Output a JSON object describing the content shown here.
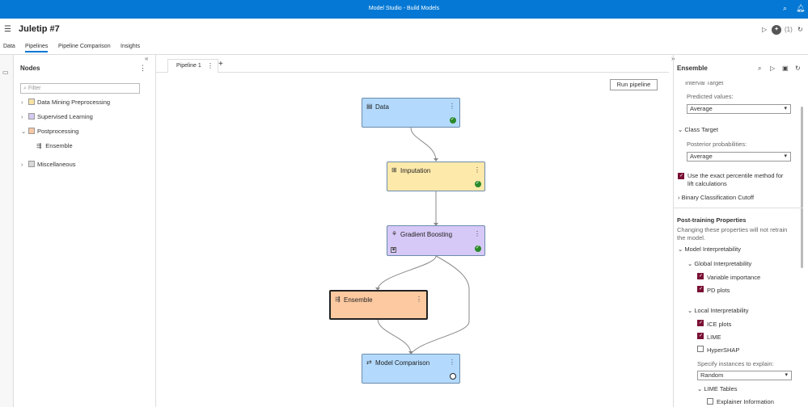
{
  "app": {
    "title": "Model Studio - Build Models"
  },
  "project": {
    "title": "Juletip #7",
    "queue_count": "(1)"
  },
  "tabs": [
    {
      "label": "Data"
    },
    {
      "label": "Pipelines"
    },
    {
      "label": "Pipeline Comparison"
    },
    {
      "label": "Insights"
    }
  ],
  "nodes_panel": {
    "title": "Nodes",
    "filter_placeholder": "Filter",
    "categories": [
      {
        "label": "Data Mining Preprocessing",
        "color": "#f7e3a4"
      },
      {
        "label": "Supervised Learning",
        "color": "#d5c9f0"
      },
      {
        "label": "Postprocessing",
        "color": "#f7c8a4"
      },
      {
        "label": "Ensemble"
      },
      {
        "label": "Miscellaneous",
        "color": "#d9d9d9"
      }
    ]
  },
  "pipeline": {
    "tab_label": "Pipeline 1",
    "run_label": "Run pipeline",
    "nodes": [
      {
        "label": "Data",
        "color": "#b3dafd",
        "status": "complete"
      },
      {
        "label": "Imputation",
        "color": "#fde9aa",
        "status": "complete"
      },
      {
        "label": "Gradient Boosting",
        "color": "#d6c9f7",
        "status": "complete"
      },
      {
        "label": "Ensemble",
        "color": "#fcc9a0",
        "status": "none"
      },
      {
        "label": "Model Comparison",
        "color": "#b3dafd",
        "status": "pending"
      }
    ]
  },
  "properties": {
    "title": "Ensemble",
    "interval_target_label": "Interval Target",
    "predicted_values_label": "Predicted values:",
    "predicted_values": "Average",
    "class_target_label": "Class Target",
    "posterior_label": "Posterior probabilities:",
    "posterior_value": "Average",
    "percentile_line1": "Use the exact percentile method for",
    "percentile_line2": "lift calculations",
    "percentile_checked": true,
    "binary_cutoff_label": "Binary Classification Cutoff",
    "post_training_title": "Post-training Properties",
    "post_training_note1": "Changing these properties will not retrain",
    "post_training_note2": "the model.",
    "model_interp_label": "Model Interpretability",
    "global_interp_label": "Global Interpretability",
    "variable_importance_label": "Variable importance",
    "variable_importance_checked": true,
    "pd_plots_label": "PD plots",
    "pd_plots_checked": true,
    "local_interp_label": "Local Interpretability",
    "ice_plots_label": "ICE plots",
    "ice_plots_checked": true,
    "lime_label": "LIME",
    "lime_checked": true,
    "hypershap_label": "HyperSHAP",
    "hypershap_checked": false,
    "instances_label": "Specify instances to explain:",
    "instances_value": "Random",
    "lime_tables_label": "LIME Tables",
    "explainer_info_label": "Explainer Information",
    "explainer_info_checked": false
  }
}
